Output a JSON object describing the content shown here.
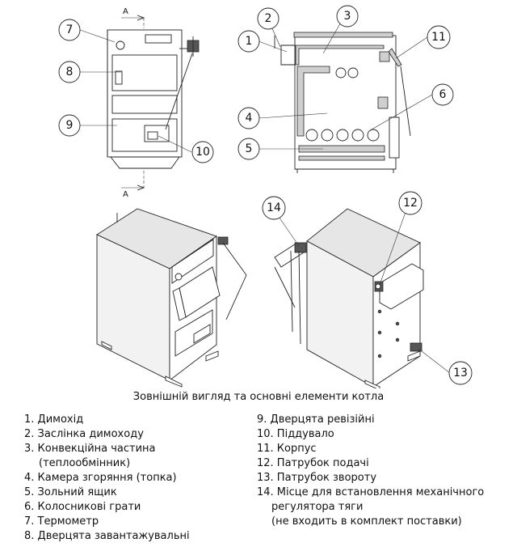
{
  "section_marks": {
    "top": "А",
    "bottom": "А"
  },
  "callouts": [
    "1",
    "2",
    "3",
    "4",
    "5",
    "6",
    "7",
    "8",
    "9",
    "10",
    "11",
    "12",
    "13",
    "14"
  ],
  "caption": "Зовнішній вигляд та основні елементи котла",
  "legend": {
    "left": [
      "1. Димохід",
      "2. Заслінка димоходу",
      "3. Конвекційна частина",
      "(теплообмінник)",
      "4. Камера згоряння (топка)",
      "5. Зольний ящик",
      "6. Колосникові грати",
      "7. Термометр",
      "8. Дверцята завантажувальні"
    ],
    "right": [
      "9. Дверцята ревізійні",
      "10. Піддувало",
      "11. Корпус",
      "12. Патрубок подачі",
      "13. Патрубок звороту",
      "14. Місце для встановлення механічного",
      "регулятора тяги",
      "(не входить в комплект поставки)"
    ]
  }
}
